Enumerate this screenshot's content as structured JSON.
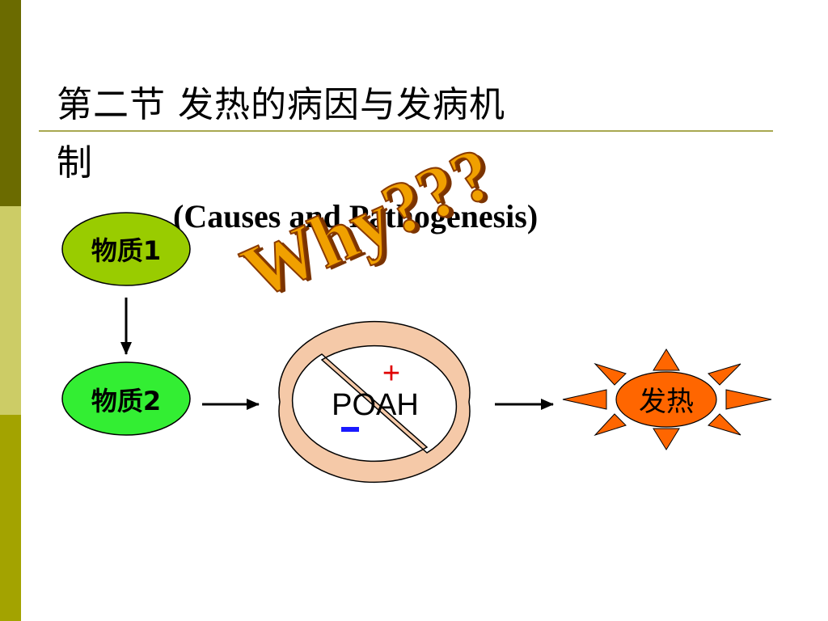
{
  "title": {
    "line1": "第二节  发热的病因与发病机",
    "line2": "制",
    "subtitle": "(Causes and Pathogenesis)"
  },
  "nodes": {
    "substance1": "物质1",
    "substance2": "物质2",
    "center": "POAH",
    "plus": "+",
    "minus": "-",
    "result": "发热"
  },
  "wordart": {
    "text": "Why???"
  },
  "colors": {
    "substance1_fill": "#99cc00",
    "substance2_fill": "#33ee33",
    "prohibit_fill": "#f5c9a8",
    "plus": "#e00000",
    "minus": "#1a1aff",
    "sun_fill": "#ff6600",
    "wordart_fill": "#f0a000",
    "wordart_stroke": "#8a3a00"
  }
}
